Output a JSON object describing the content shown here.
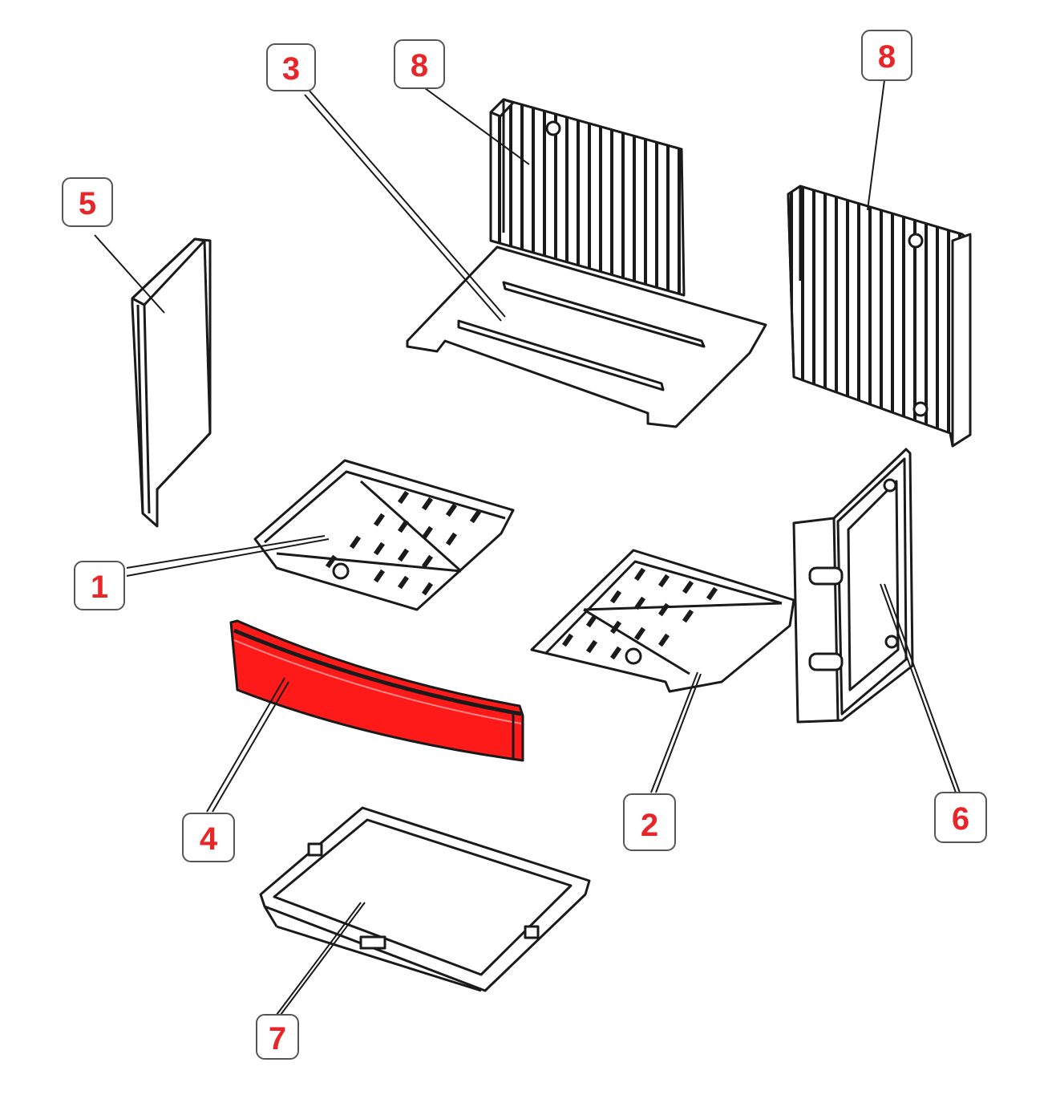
{
  "colors": {
    "line": "#1a1a1a",
    "callout_text": "#e8262a",
    "callout_border": "#555555",
    "highlight": "#ff1a1a",
    "background": "#ffffff"
  },
  "callouts": [
    {
      "id": "1",
      "label": "1",
      "part": "left-grate-plate"
    },
    {
      "id": "2",
      "label": "2",
      "part": "right-grate-plate"
    },
    {
      "id": "3",
      "label": "3",
      "part": "baffle-plate"
    },
    {
      "id": "4",
      "label": "4",
      "part": "front-log-retainer"
    },
    {
      "id": "5",
      "label": "5",
      "part": "side-panel-left"
    },
    {
      "id": "6",
      "label": "6",
      "part": "side-panel-right"
    },
    {
      "id": "7",
      "label": "7",
      "part": "ash-pan"
    },
    {
      "id": "8a",
      "label": "8",
      "part": "back-panel"
    },
    {
      "id": "8b",
      "label": "8",
      "part": "side-back-panel"
    }
  ],
  "highlighted_part": "4"
}
